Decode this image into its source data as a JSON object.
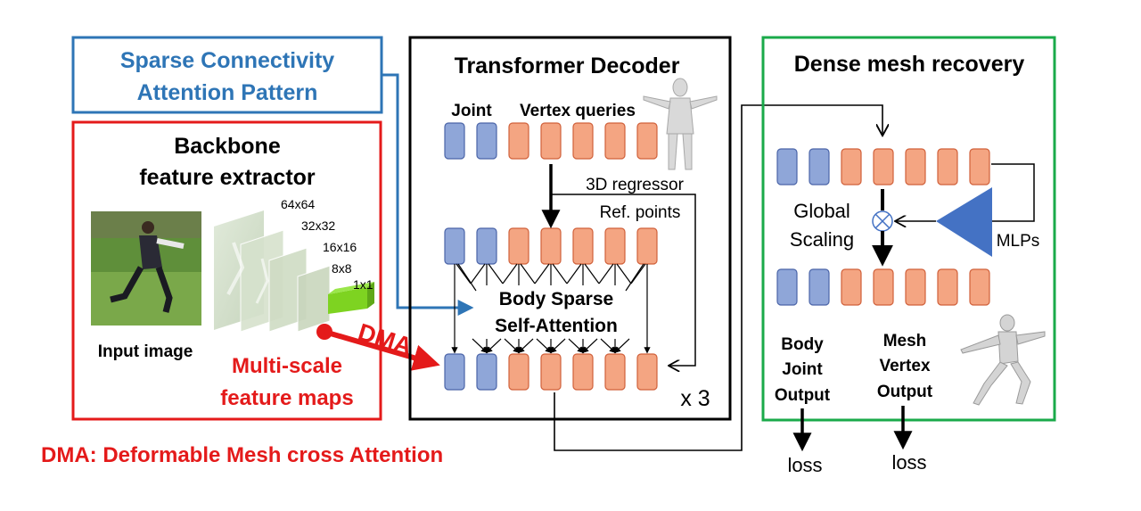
{
  "sparse_box": {
    "line1": "Sparse Connectivity",
    "line2": "Attention Pattern",
    "color": "#2E75B6"
  },
  "backbone": {
    "title_line1": "Backbone",
    "title_line2": "feature extractor",
    "input_label": "Input image",
    "scales": [
      "64x64",
      "32x32",
      "16x16",
      "8x8",
      "1x1"
    ],
    "maps_label_line1": "Multi-scale",
    "maps_label_line2": "feature maps",
    "color": "#E41A1A"
  },
  "decoder": {
    "title": "Transformer Decoder",
    "joint_label": "Joint",
    "vertex_label": "Vertex queries",
    "regressor_label": "3D regressor",
    "refpoints_label": "Ref. points",
    "attention_line1": "Body Sparse",
    "attention_line2": "Self-Attention",
    "repeat_label": "x 3",
    "dma_label": "DMA"
  },
  "dense": {
    "title": "Dense mesh recovery",
    "global_line1": "Global",
    "global_line2": "Scaling",
    "mlp_label": "MLPs",
    "joint_out_line1": "Body",
    "joint_out_line2": "Joint",
    "joint_out_line3": "Output",
    "vertex_out_line1": "Mesh",
    "vertex_out_line2": "Vertex",
    "vertex_out_line3": "Output",
    "loss1": "loss",
    "loss2": "loss",
    "color": "#1AAA4A"
  },
  "footer": {
    "dma_definition": "DMA: Deformable Mesh cross Attention"
  },
  "tokens": {
    "joint_fill": "#8FA6D8",
    "vertex_fill": "#F4A582"
  }
}
